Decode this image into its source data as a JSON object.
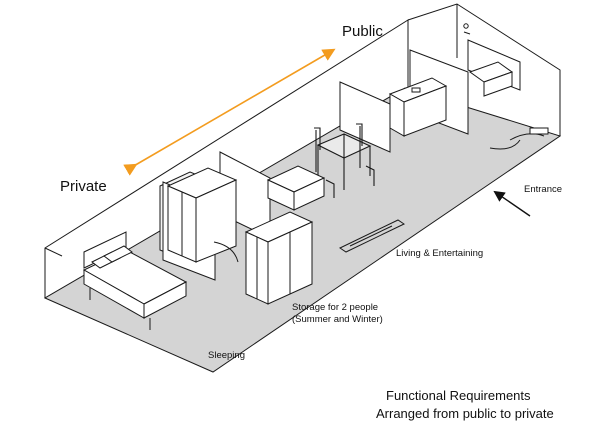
{
  "labels": {
    "public": "Public",
    "private": "Private",
    "entrance": "Entrance",
    "living": "Living & Entertaining",
    "storage_line1": "Storage for 2 people",
    "storage_line2": "(Summer and Winter)",
    "sleeping": "Sleeping"
  },
  "caption": {
    "line1": "Functional Requirements",
    "line2": "Arranged from public to private"
  },
  "colors": {
    "floor": "#d4d4d4",
    "line": "#1a1a1a",
    "arrow_public_private": "#f39c1f",
    "arrow_entrance": "#111111"
  },
  "icons": {
    "direction_arrow": "double-headed-arrow",
    "entrance_arrow": "arrow-left-up"
  }
}
